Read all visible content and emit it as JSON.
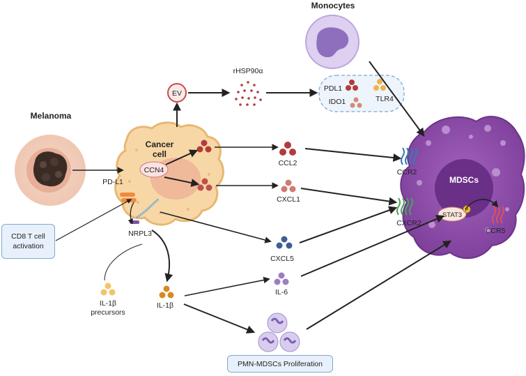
{
  "monocytes": {
    "title": "Monocytes"
  },
  "melanoma": {
    "title": "Melanoma"
  },
  "cancer_cell": {
    "title_line1": "Cancer",
    "title_line2": "cell",
    "ccn4": "CCN4",
    "pdl1": "PD-L1",
    "nrpl3": "NRPL3"
  },
  "ev": {
    "label": "EV"
  },
  "rhsp": {
    "label": "rHSP90α"
  },
  "monocyte_factors": {
    "pdl1": "PDL1",
    "ido1": "IDO1",
    "tlr4": "TLR4"
  },
  "cytokines": {
    "ccl2": "CCL2",
    "cxcl1": "CXCL1",
    "cxcl5": "CXCL5",
    "il6": "IL-6",
    "il1b": "IL-1β",
    "il1b_precursors_line1": "IL-1β",
    "il1b_precursors_line2": "precursors"
  },
  "mdsc": {
    "title": "MDSCs",
    "ccr2": "CCR2",
    "cxcr2": "CXCR2",
    "ccr5": "CCR5",
    "stat3": "STAT3",
    "p": "P"
  },
  "boxes": {
    "cd8_line1": "CD8 T cell",
    "cd8_line2": "activation",
    "pmn": "PMN-MDSCs Proliferation"
  },
  "colors": {
    "mdsc_fill": "#8b4ea6",
    "cancer_fill": "#f7d7a6",
    "melanoma_bg": "#f2d1c2",
    "monocyte_fill": "#c9b7e6",
    "box_fill": "#e8f1fb"
  }
}
